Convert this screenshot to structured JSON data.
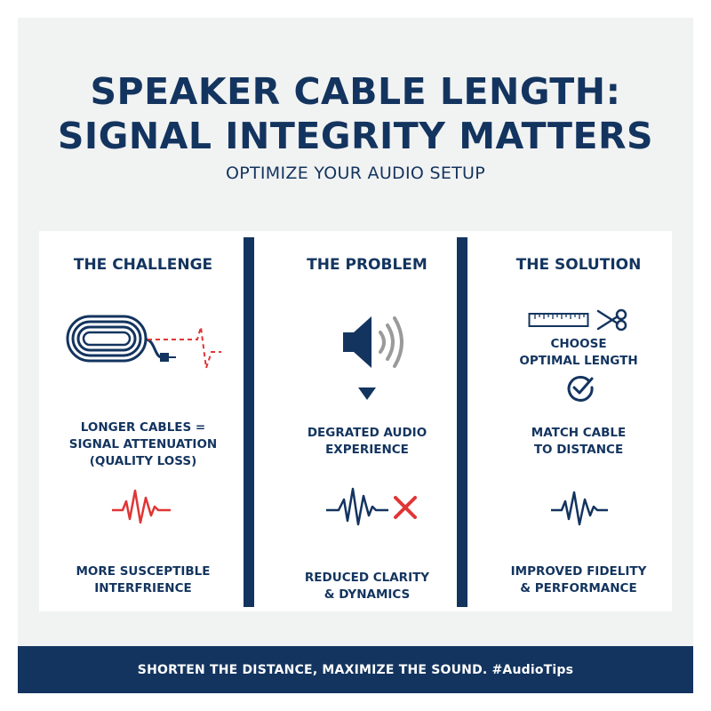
{
  "header": {
    "title_line1": "SPEAKER CABLE LENGTH:",
    "title_line2": "SIGNAL INTEGRITY MATTERS",
    "subtitle": "OPTIMIZE YOUR AUDIO SETUP"
  },
  "columns": {
    "challenge": {
      "heading": "THE CHALLENGE",
      "text1_line1": "LONGER CABLES =",
      "text1_line2": "SIGNAL ATTENUATION",
      "text1_line3": "(QUALITY LOSS)",
      "text2_line1": "MORE SUSCEPTIBLE",
      "text2_line2": "INTERFRIENCE"
    },
    "problem": {
      "heading": "THE PROBLEM",
      "text1_line1": "DEGRATED AUDIO",
      "text1_line2": "EXPERIENCE",
      "text2_line1": "REDUCED CLARITY",
      "text2_line2": "& DYNAMICS"
    },
    "solution": {
      "heading": "THE SOLUTION",
      "text1_line1": "CHOOSE",
      "text1_line2": "OPTIMAL LENGTH",
      "text2_line1": "MATCH CABLE",
      "text2_line2": "TO DISTANCE",
      "text3_line1": "IMPROVED FIDELITY",
      "text3_line2": "& PERFORMANCE"
    }
  },
  "footer": {
    "banner": "SHORTEN THE DISTANCE, MAXIMIZE THE SOUND. #AudioTips"
  },
  "icons": {
    "cable": "coiled-cable-icon",
    "speaker": "speaker-icon",
    "down_arrow": "down-arrow-icon",
    "ruler": "ruler-icon",
    "scissors": "scissors-icon",
    "check": "check-circle-icon",
    "wave": "waveform-icon",
    "cross": "cross-icon"
  },
  "colors": {
    "navy": "#13345f",
    "red": "#e03535",
    "gray": "#9a9a9a",
    "background": "#f1f2f2"
  }
}
